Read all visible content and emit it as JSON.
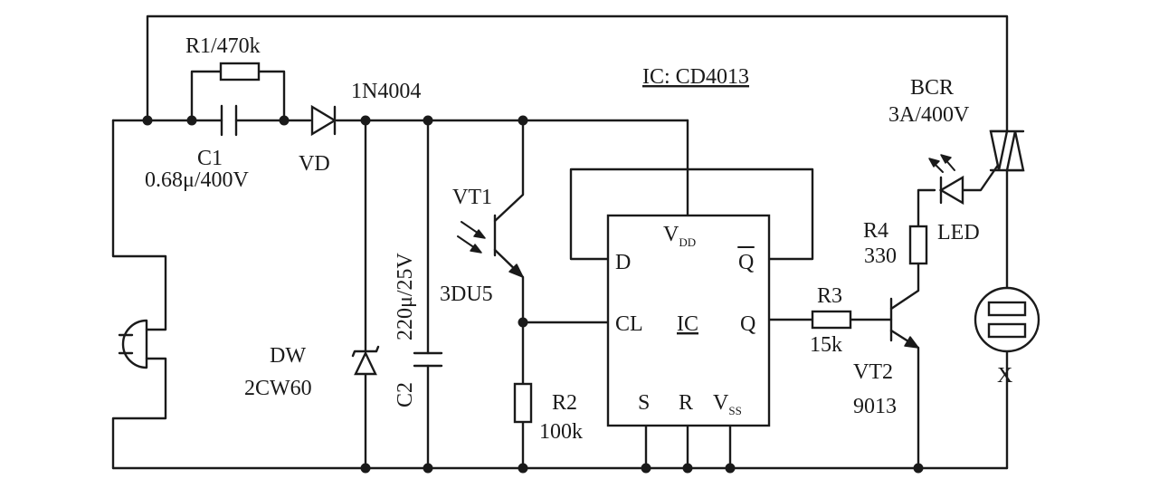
{
  "ic_title": "IC: CD4013",
  "components": {
    "r1": "R1/470k",
    "diode_model": "1N4004",
    "c1_name": "C1",
    "c1_value": "0.68μ/400V",
    "vd": "VD",
    "vt1": "VT1",
    "vt1_model": "3DU5",
    "dw": "DW",
    "dw_model": "2CW60",
    "c2": "C2",
    "c2_value": "220μ/25V",
    "r2": "R2",
    "r2_value": "100k",
    "r3": "R3",
    "r3_value": "15k",
    "r4": "R4",
    "r4_value": "330",
    "vt2": "VT2",
    "vt2_model": "9013",
    "bcr": "BCR",
    "bcr_rating": "3A/400V",
    "led": "LED",
    "load": "X"
  },
  "ic_pins": {
    "vdd_main": "V",
    "vdd_sub": "DD",
    "d": "D",
    "qbar": "Q",
    "cl": "CL",
    "ic": "IC",
    "q": "Q",
    "s": "S",
    "r": "R",
    "vss_main": "V",
    "vss_sub": "SS"
  }
}
